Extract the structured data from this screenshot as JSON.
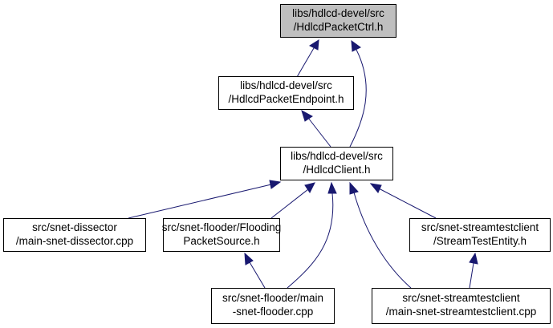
{
  "colors": {
    "node_fill": "#ffffff",
    "root_fill": "#bfbfbf",
    "edge": "#191970"
  },
  "nodes": {
    "root": [
      "libs/hdlcd-devel/src",
      "/HdlcdPacketCtrl.h"
    ],
    "endpoint": [
      "libs/hdlcd-devel/src",
      "/HdlcdPacketEndpoint.h"
    ],
    "client": [
      "libs/hdlcd-devel/src",
      "/HdlcdClient.h"
    ],
    "dissector": [
      "src/snet-dissector",
      "/main-snet-dissector.cpp"
    ],
    "flooding": [
      "src/snet-flooder/Flooding",
      "PacketSource.h"
    ],
    "stream_entity": [
      "src/snet-streamtestclient",
      "/StreamTestEntity.h"
    ],
    "flooder_main": [
      "src/snet-flooder/main",
      "-snet-flooder.cpp"
    ],
    "stream_main": [
      "src/snet-streamtestclient",
      "/main-snet-streamtestclient.cpp"
    ]
  }
}
